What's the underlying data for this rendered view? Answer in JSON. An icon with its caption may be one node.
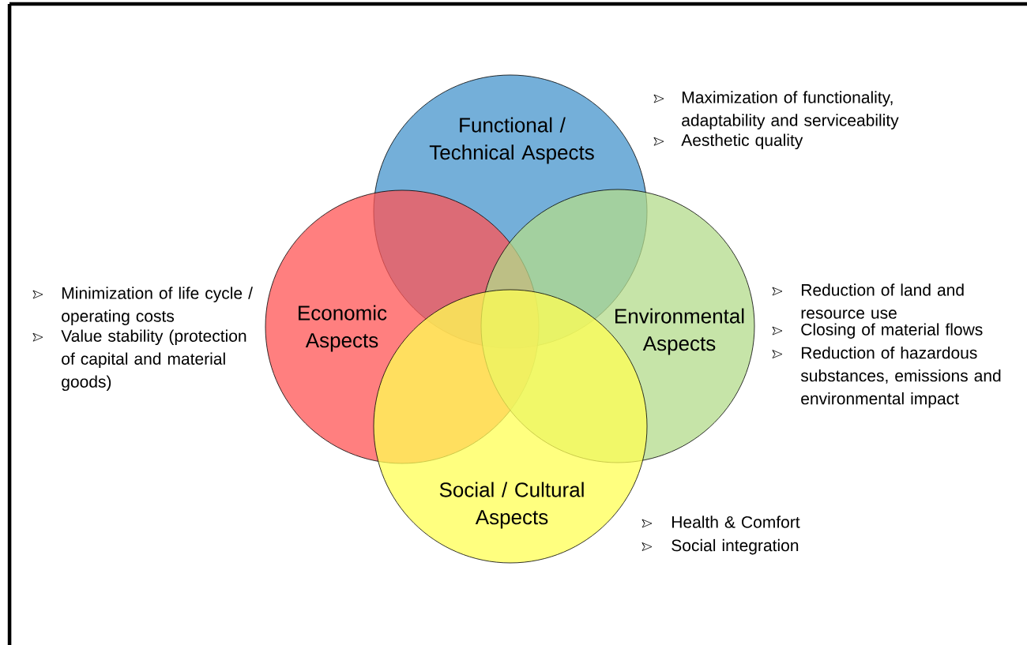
{
  "diagram": {
    "nodes": [
      {
        "text": [
          "Functional / Technical Aspects"
        ],
        "beside": [
          "Maximization of functionality, adaptability and serviceability",
          "Aesthetic quality"
        ]
      },
      {
        "text": [
          "Economic Aspects"
        ],
        "beside": [
          "Minimization of life cycle / operating costs",
          "Value stability (protection of capital and material goods)"
        ]
      },
      {
        "text": [
          "Environmental Aspects"
        ],
        "beside": [
          "Reduction of land and resource use",
          "Closing of material flows",
          "Reduction of hazardous substances, emissions and environmental impact"
        ]
      },
      {
        "text": [
          "Social / Cultural Aspects"
        ],
        "beside": [
          "Health & Comfort",
          "Social integration"
        ]
      }
    ]
  }
}
